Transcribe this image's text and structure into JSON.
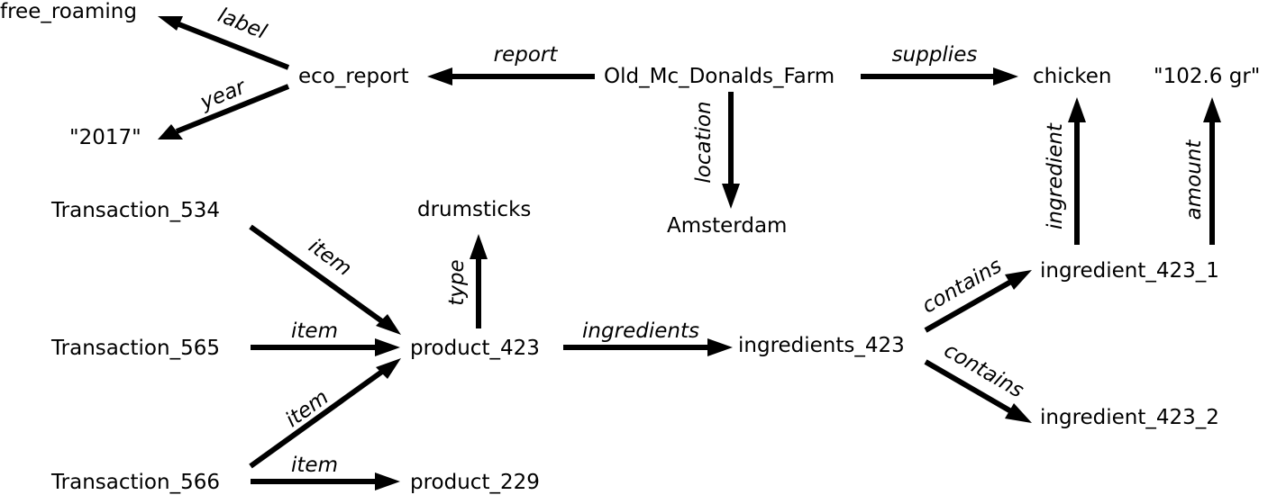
{
  "nodes": {
    "free_roaming": "free_roaming",
    "eco_report": "eco_report",
    "year_2017": "\"2017\"",
    "old_mc_donalds_farm": "Old_Mc_Donalds_Farm",
    "chicken": "chicken",
    "amount_value": "\"102.6 gr\"",
    "amsterdam": "Amsterdam",
    "drumsticks": "drumsticks",
    "transaction_534": "Transaction_534",
    "transaction_565": "Transaction_565",
    "transaction_566": "Transaction_566",
    "product_423": "product_423",
    "product_229": "product_229",
    "ingredients_423": "ingredients_423",
    "ingredient_423_1": "ingredient_423_1",
    "ingredient_423_2": "ingredient_423_2"
  },
  "edges": {
    "label": "label",
    "year": "year",
    "report": "report",
    "supplies": "supplies",
    "location": "location",
    "ingredient": "ingredient",
    "amount": "amount",
    "type": "type",
    "item_534": "item",
    "item_565": "item",
    "item_566_product_423": "item",
    "item_566_product_229": "item",
    "ingredients": "ingredients",
    "contains_1": "contains",
    "contains_2": "contains"
  }
}
